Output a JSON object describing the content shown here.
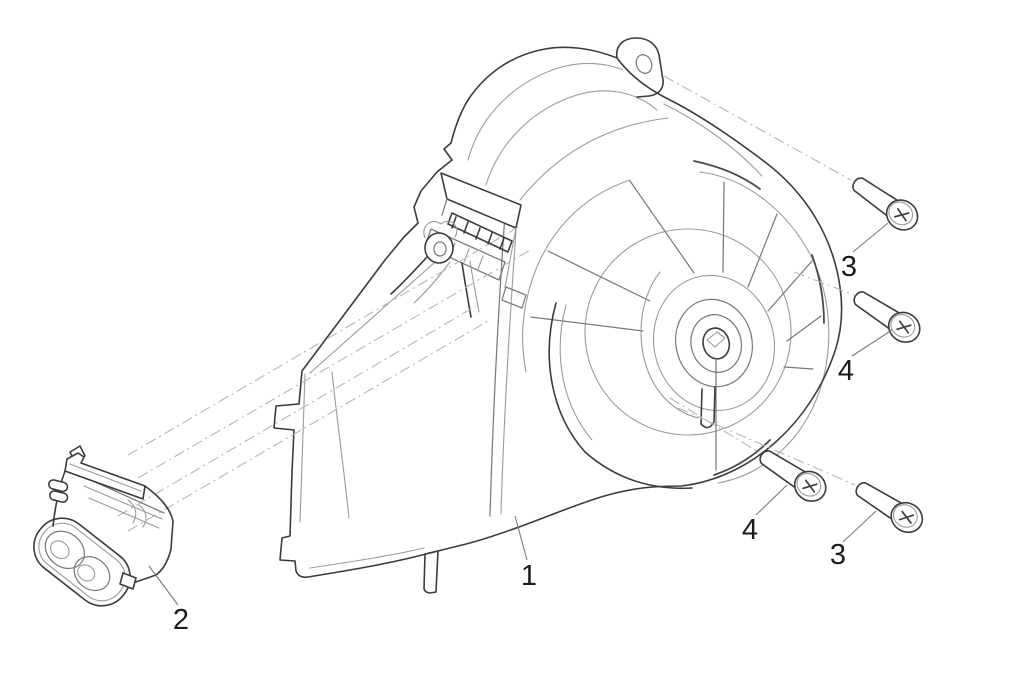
{
  "diagram": {
    "colors": {
      "background": "#ffffff",
      "outline": "#3c3c3c",
      "detail_medium": "#7a7a7a",
      "detail_light": "#9b9b9b",
      "axis_line": "#b6b6b6",
      "leader_line": "#7a7a7a",
      "label_text": "#1c1c1c"
    },
    "callouts": [
      {
        "label": "1"
      },
      {
        "label": "2"
      },
      {
        "label": "3"
      },
      {
        "label": "4"
      },
      {
        "label": "4"
      },
      {
        "label": "3"
      }
    ]
  }
}
